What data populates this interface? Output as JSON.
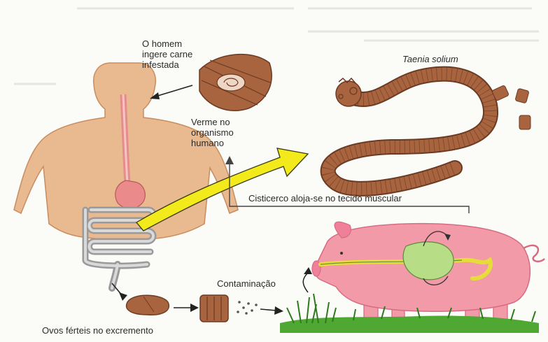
{
  "labels": {
    "human_ingests": "O homem\ningere carne\ninfestada",
    "worm_in_human": "Verme no\norganismo\nhumano",
    "species": "Taenia solium",
    "cysticercus": "Cisticerco aloja-se no tecido muscular",
    "contamination": "Contaminação",
    "eggs": "Ovos férteis no excremento"
  },
  "colors": {
    "skin": "#e9b98f",
    "skin_outline": "#c98c5f",
    "worm": "#a8643f",
    "worm_dark": "#6b3a22",
    "arrow_yellow": "#f2ea1a",
    "pig": "#f39aa9",
    "pig_outline": "#d76b82",
    "grass": "#3f9a2b",
    "intestine": "#bfbfbf",
    "stomach": "#ea8a8a"
  },
  "icons": {
    "meat": "infested-meat-icon",
    "tapeworm": "tapeworm-icon",
    "pig": "pig-icon",
    "egg": "egg-icon"
  }
}
